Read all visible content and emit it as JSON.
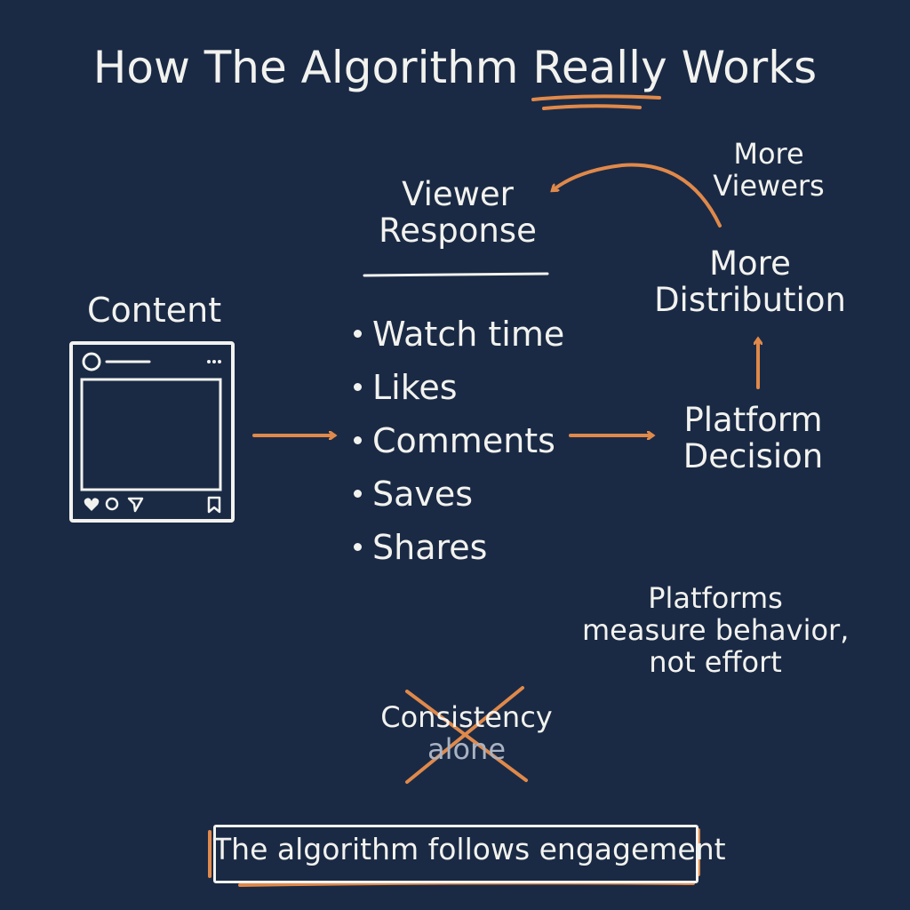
{
  "title": {
    "before": "How The Algorithm ",
    "highlight": "Really",
    "after": " Works"
  },
  "content": {
    "label": "Content"
  },
  "viewer_response": {
    "line1": "Viewer",
    "line2": "Response",
    "items": [
      "Watch time",
      "Likes",
      "Comments",
      "Saves",
      "Shares"
    ]
  },
  "platform_decision": {
    "line1": "Platform",
    "line2": "Decision"
  },
  "more_distribution": {
    "line1": "More",
    "line2": "Distribution"
  },
  "more_viewers": {
    "line1": "More",
    "line2": "Viewers"
  },
  "note": {
    "line1": "Platforms",
    "line2": "measure behavior,",
    "line3": "not effort"
  },
  "crossed_out": {
    "line1": "Consistency",
    "line2": "alone"
  },
  "footer": {
    "text": "The algorithm follows engagement"
  },
  "colors": {
    "background": "#1a2a45",
    "foreground": "#f2f2ee",
    "accent": "#e0894a"
  },
  "icons": {
    "post_like": "heart-icon",
    "post_comment": "comment-icon",
    "post_share": "send-icon",
    "post_save": "bookmark-icon",
    "post_more": "more-dots-icon"
  }
}
